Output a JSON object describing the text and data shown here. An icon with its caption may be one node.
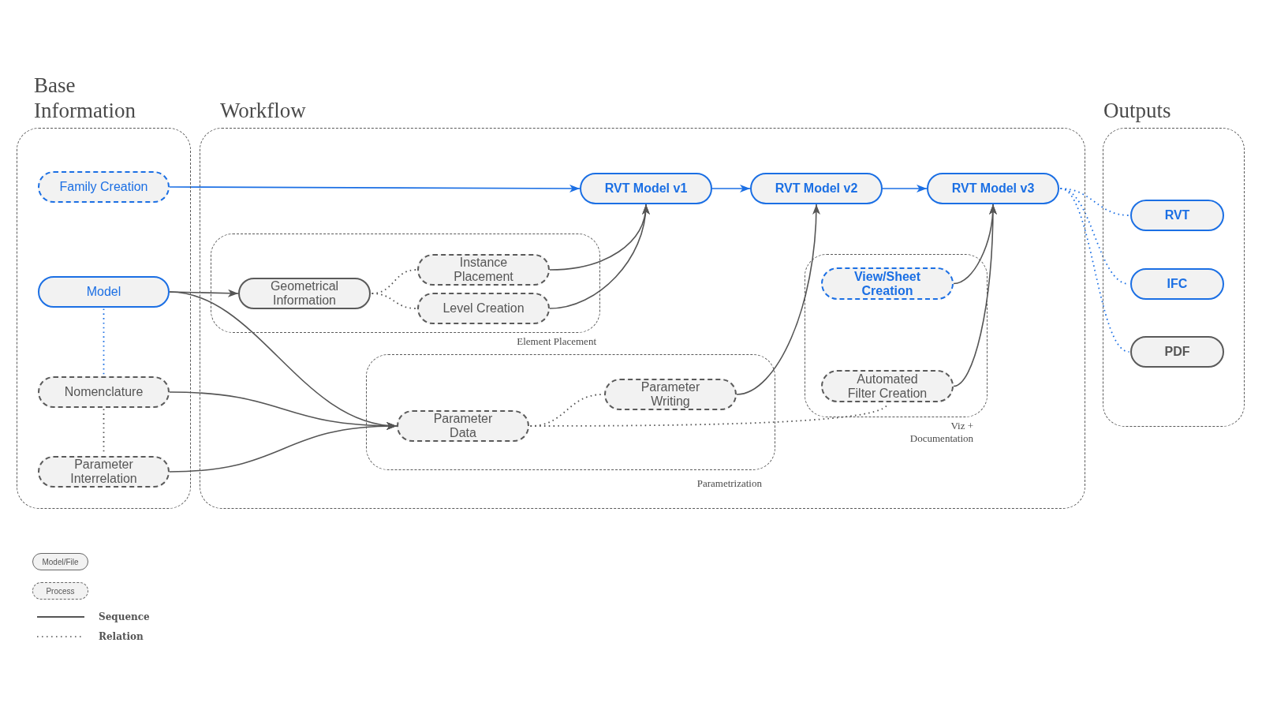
{
  "diagram": {
    "nodes": [
      {
        "text": [
          "Base Information"
        ]
      },
      {
        "text": [
          "Family Creation"
        ],
        "in": 0
      },
      {
        "text": [
          "Model"
        ],
        "in": 0
      },
      {
        "text": [
          "Nomenclature"
        ],
        "in": 0
      },
      {
        "text": [
          "Parameter Interrelation"
        ],
        "in": 0
      },
      {
        "text": [
          "Workflow"
        ]
      },
      {
        "text": [
          "RVT Model v1"
        ],
        "in": 5
      },
      {
        "text": [
          "RVT Model v2"
        ],
        "in": 5
      },
      {
        "text": [
          "RVT Model v3"
        ],
        "in": 5
      },
      {
        "text": [
          "Element Placement"
        ],
        "in": 5
      },
      {
        "text": [
          "Geometrical Information"
        ],
        "in": 9
      },
      {
        "text": [
          "Instance Placement"
        ],
        "in": 9
      },
      {
        "text": [
          "Level Creation"
        ],
        "in": 9
      },
      {
        "text": [
          "Parametrization"
        ],
        "in": 5
      },
      {
        "text": [
          "Parameter Writing"
        ],
        "in": 13
      },
      {
        "text": [
          "Parameter Data"
        ],
        "in": 13
      },
      {
        "text": [
          "Viz + Documentation"
        ],
        "in": 5
      },
      {
        "text": [
          "View/Sheet Creation"
        ],
        "in": 16
      },
      {
        "text": [
          "Automated Filter Creation"
        ],
        "in": 16
      },
      {
        "text": [
          "Outputs"
        ]
      },
      {
        "text": [
          "RVT"
        ],
        "in": 19
      },
      {
        "text": [
          "IFC"
        ],
        "in": 19
      },
      {
        "text": [
          "PDF"
        ],
        "in": 19
      }
    ],
    "edges": [
      {
        "from": 1,
        "to": 6,
        "arrow": "to",
        "color": "#1b6fe4"
      },
      {
        "from": 6,
        "to": 7,
        "arrow": "to",
        "color": "#1b6fe4"
      },
      {
        "from": 7,
        "to": 8,
        "arrow": "to",
        "color": "#1b6fe4"
      },
      {
        "from": 2,
        "to": 10,
        "arrow": "to"
      },
      {
        "from": 2,
        "to": 15,
        "arrow": "to"
      },
      {
        "from": 3,
        "to": 15,
        "arrow": "to"
      },
      {
        "from": 4,
        "to": 15,
        "arrow": "to"
      },
      {
        "from": 2,
        "to": 3,
        "arrow": "none",
        "style": "dashed",
        "color": "#1b6fe4"
      },
      {
        "from": 3,
        "to": 4,
        "arrow": "none",
        "style": "dashed"
      },
      {
        "from": 10,
        "to": 11,
        "arrow": "none",
        "style": "dashed"
      },
      {
        "from": 10,
        "to": 12,
        "arrow": "none",
        "style": "dashed"
      },
      {
        "from": 11,
        "to": 6,
        "arrow": "to"
      },
      {
        "from": 12,
        "to": 6,
        "arrow": "to"
      },
      {
        "from": 15,
        "to": 14,
        "arrow": "none",
        "style": "dashed"
      },
      {
        "from": 15,
        "to": 18,
        "arrow": "none",
        "style": "dashed"
      },
      {
        "from": 14,
        "to": 7,
        "arrow": "to"
      },
      {
        "from": 17,
        "to": 8,
        "arrow": "to"
      },
      {
        "from": 18,
        "to": 8,
        "arrow": "to"
      },
      {
        "from": 8,
        "to": 20,
        "arrow": "none",
        "style": "dashed",
        "color": "#1b6fe4"
      },
      {
        "from": 8,
        "to": 21,
        "arrow": "none",
        "style": "dashed",
        "color": "#1b6fe4"
      },
      {
        "from": 8,
        "to": 22,
        "arrow": "none",
        "style": "dashed",
        "color": "#1b6fe4"
      }
    ],
    "legend": [
      {
        "text": "Model/File"
      },
      {
        "text": "Process"
      },
      {
        "text": "Sequence"
      },
      {
        "text": "Relation"
      }
    ]
  }
}
